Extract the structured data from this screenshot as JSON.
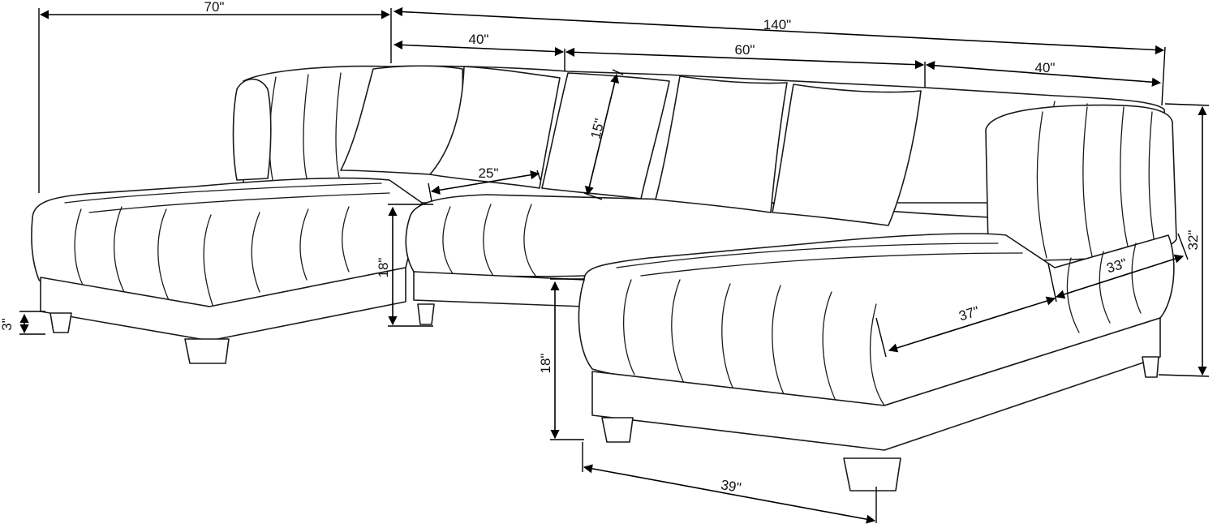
{
  "dimensions": {
    "left_chaise_depth": "70\"",
    "total_width": "140\"",
    "left_section_width": "40\"",
    "middle_section_width": "60\"",
    "right_section_width": "40\"",
    "back_cushion_height": "15\"",
    "seat_depth": "25\"",
    "left_seat_height": "18\"",
    "leg_height": "3\"",
    "right_seat_height": "18\"",
    "total_height": "32\"",
    "chaise_inner_length": "37\"",
    "armrest_depth": "33\"",
    "chaise_width": "39\""
  }
}
